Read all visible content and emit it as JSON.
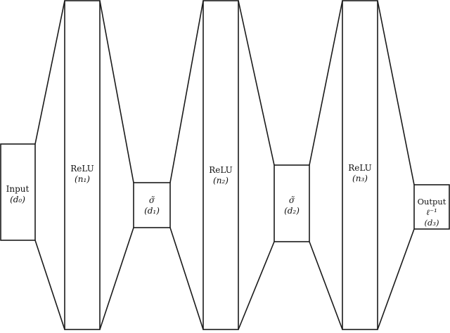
{
  "diagram": {
    "line_color": "#1a1a1a",
    "layers": [
      {
        "id": "input",
        "name": "Input",
        "dim": "(d₀)"
      },
      {
        "id": "relu1",
        "name": "ReLU",
        "dim": "(n₁)"
      },
      {
        "id": "sigma1",
        "name": "σ̃",
        "dim": "(d₁)"
      },
      {
        "id": "relu2",
        "name": "ReLU",
        "dim": "(n₂)"
      },
      {
        "id": "sigma2",
        "name": "σ̃",
        "dim": "(d₂)"
      },
      {
        "id": "relu3",
        "name": "ReLU",
        "dim": "(n₃)"
      },
      {
        "id": "output",
        "name": "Output",
        "extra": "ℓ⁻¹",
        "dim": "(d₃)"
      }
    ]
  }
}
